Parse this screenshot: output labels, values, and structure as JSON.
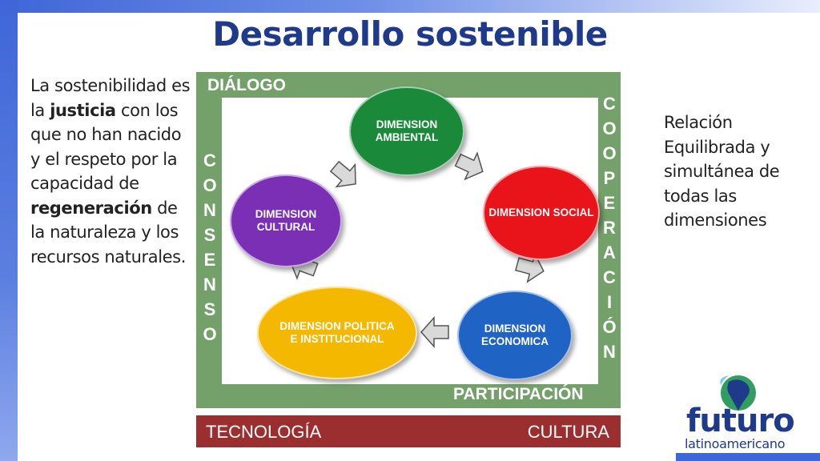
{
  "title": "Desarrollo sostenible",
  "left_text": {
    "part1": "La sostenibilidad es la ",
    "bold1": "justicia",
    "part2": " con los que no han nacido y el respeto por la capacidad de ",
    "bold2": "regeneración",
    "part3": " de la naturaleza y los recursos naturales."
  },
  "right_text": "Relación Equilibrada y simultánea de todas las dimensiones",
  "frame": {
    "top_label": "DIÁLOGO",
    "left_label": [
      "C",
      "O",
      "N",
      "S",
      "E",
      "N",
      "S",
      "O"
    ],
    "right_label": [
      "C",
      "O",
      "O",
      "P",
      "E",
      "R",
      "A",
      "C",
      "I",
      "Ó",
      "N"
    ],
    "bottom_label": "PARTICIPACIÓN"
  },
  "bottom_bar": {
    "left": "TECNOLOGÍA",
    "right": "CULTURA"
  },
  "dimensions": [
    {
      "name": "ambiental",
      "label": "DIMENSION AMBIENTAL",
      "color": "#1a8a3a"
    },
    {
      "name": "social",
      "label": "DIMENSION SOCIAL",
      "color": "#e8141a"
    },
    {
      "name": "economica",
      "label": "DIMENSION ECONOMICA",
      "color": "#1f63c4"
    },
    {
      "name": "politica",
      "label": "DIMENSION POLITICA E INSTITUCIONAL",
      "color": "#f5b800"
    },
    {
      "name": "cultural",
      "label": "DIMENSION CULTURAL",
      "color": "#7a2fb5"
    }
  ],
  "logo": {
    "word": "futuro",
    "sub": "latinoamericano"
  },
  "colors": {
    "title": "#1f3a8a",
    "frame": "#74a06a",
    "bottom_bar": "#9b2f2f"
  }
}
